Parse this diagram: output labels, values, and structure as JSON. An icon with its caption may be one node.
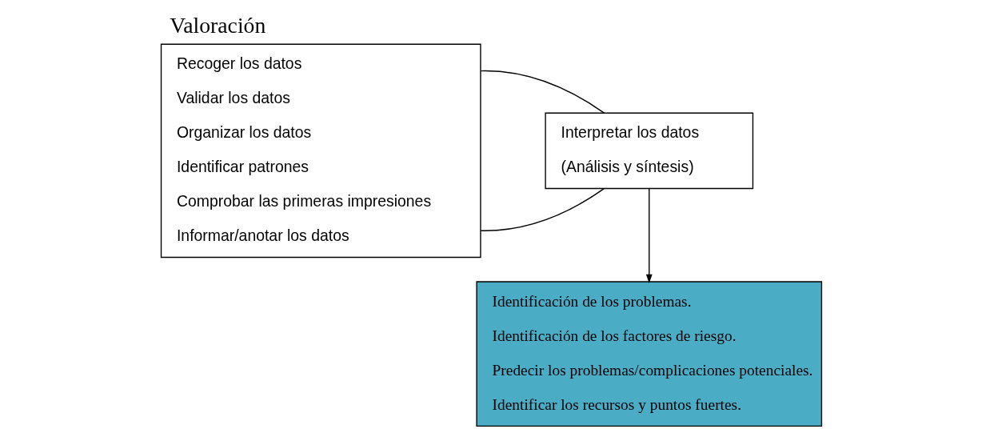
{
  "diagram": {
    "title": "Valoración",
    "nodes": [
      {
        "text": [
          "Recoger los datos",
          "Validar los datos",
          "Organizar los datos",
          "Identificar patrones",
          "Comprobar las primeras impresiones",
          "Informar/anotar los datos"
        ]
      },
      {
        "text": [
          "Interpretar los datos",
          "(Análisis y síntesis)"
        ]
      },
      {
        "text": [
          "Identificación de los problemas.",
          "Identificación de los factores de riesgo.",
          "Predecir los problemas/complicaciones potenciales.",
          "Identificar los recursos y puntos fuertes."
        ]
      }
    ],
    "edges": [
      {
        "from": 0,
        "to": 1,
        "arrow": "none"
      },
      {
        "from": 0,
        "to": 1,
        "arrow": "none"
      },
      {
        "from": 1,
        "to": 2,
        "arrow": "to"
      }
    ]
  }
}
